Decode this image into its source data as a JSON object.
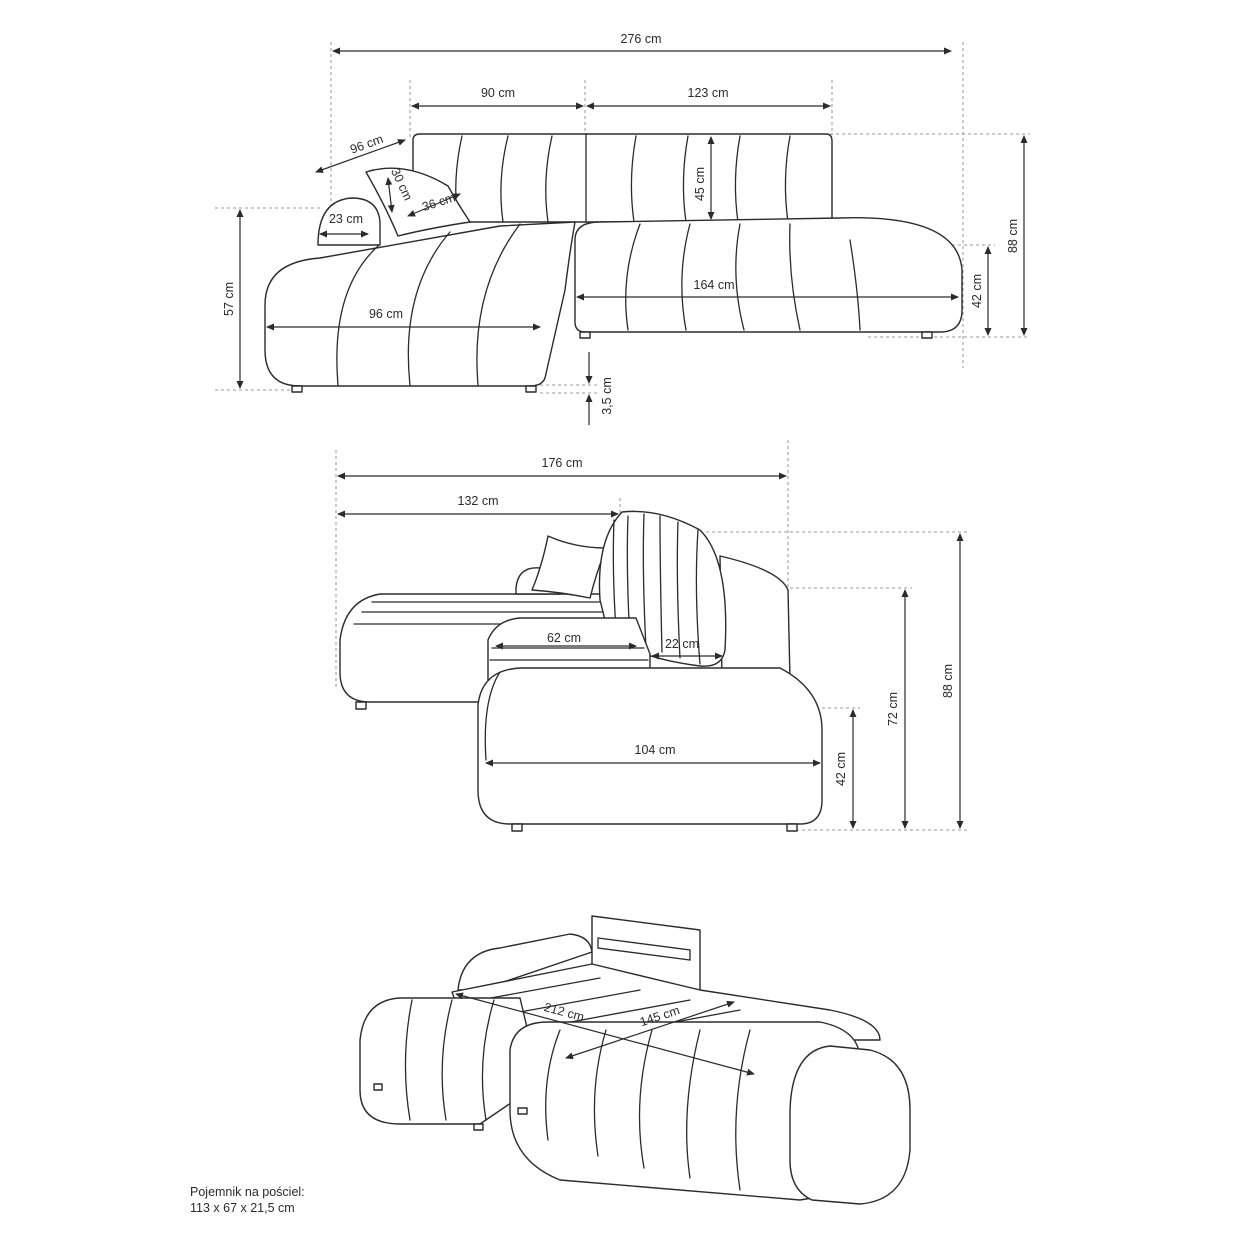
{
  "dimensions": {
    "top_view": {
      "total_width": "276 cm",
      "seat_left_width": "90 cm",
      "seat_right_width": "123 cm",
      "chaise_depth_diag": "96 cm",
      "pillow_height": "30 cm",
      "pillow_width": "36 cm",
      "armrest_width": "23 cm",
      "backrest_height": "45 cm",
      "seat_width": "164 cm",
      "chaise_length": "96 cm",
      "chaise_height": "57 cm",
      "seat_height": "42 cm",
      "total_height": "88 cm",
      "leg_height": "3,5 cm"
    },
    "side_view": {
      "total_depth": "176 cm",
      "chaise_depth": "132 cm",
      "seat_depth": "62 cm",
      "backrest_depth": "22 cm",
      "module_depth": "104 cm",
      "seat_height": "42 cm",
      "back_height": "72 cm",
      "total_height": "88 cm"
    },
    "bed_view": {
      "sleeping_length": "212 cm",
      "sleeping_width": "145 cm"
    }
  },
  "storage_note": {
    "line1": "Pojemnik na pościel:",
    "line2": "113 x 67 x 21,5 cm"
  },
  "colors": {
    "line": "#2b2b2b",
    "extension": "#7a7a7a",
    "background": "#ffffff"
  }
}
